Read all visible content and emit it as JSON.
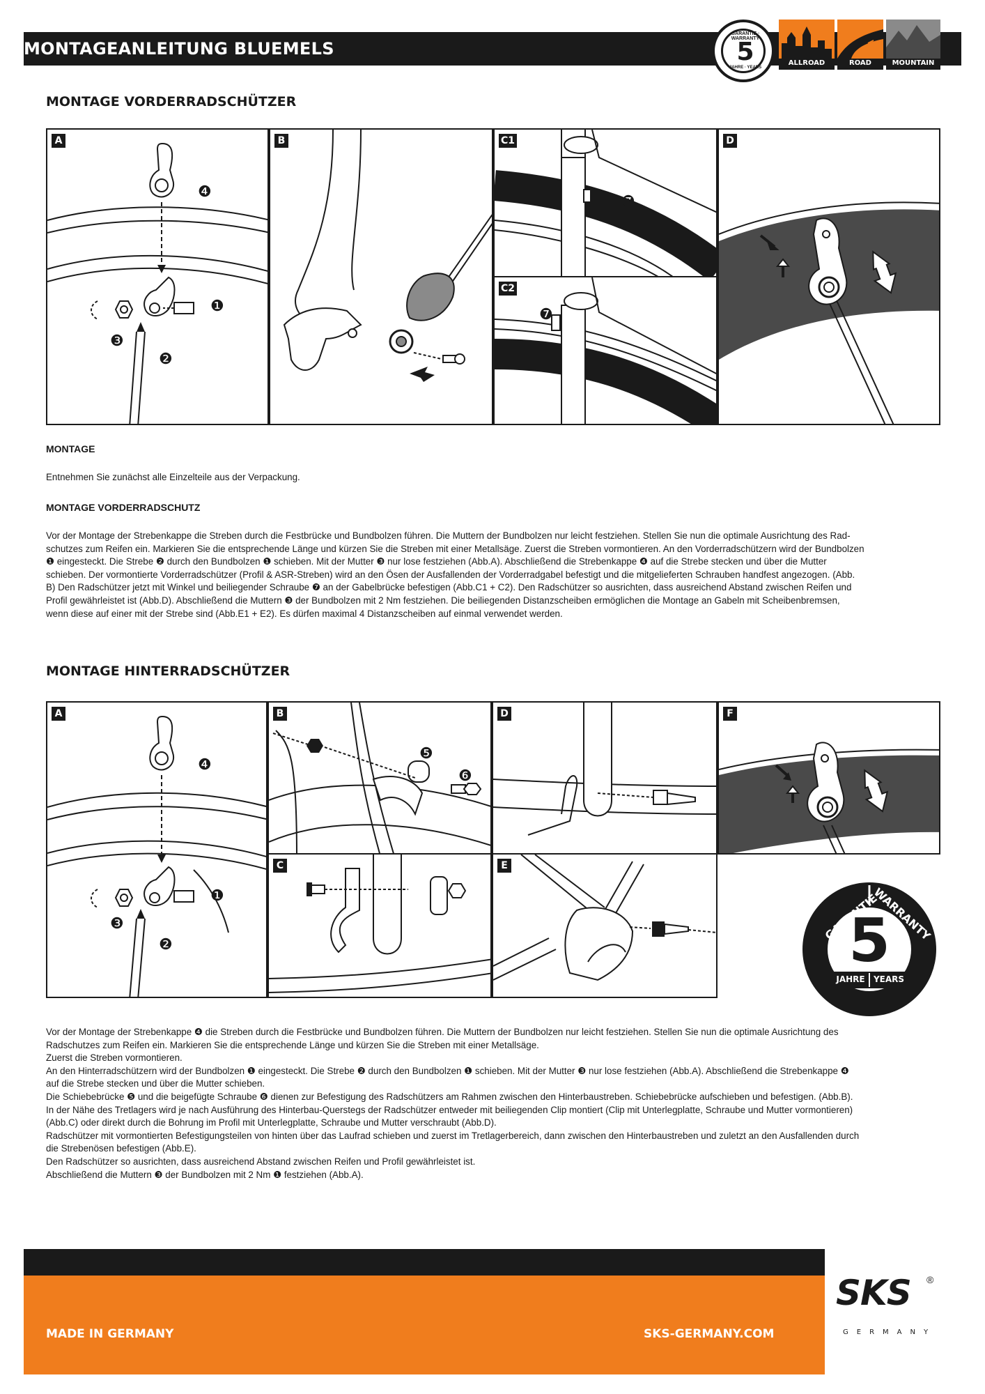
{
  "header": {
    "title": "MONTAGEANLEITUNG BLUEMELS",
    "badge": {
      "top": "GARANTIE · WARRANTY",
      "number": "5",
      "bottom": "JAHRE · YEARS"
    },
    "ride_tiles": [
      {
        "label": "ALLROAD",
        "color": "#f07d1d"
      },
      {
        "label": "ROAD",
        "color": "#f07d1d"
      },
      {
        "label": "MOUNTAIN",
        "color": "#8a8a8a"
      }
    ]
  },
  "front": {
    "heading": "MONTAGE VORDERRADSCHÜTZER",
    "panels": {
      "a": "A",
      "b": "B",
      "c1": "C1",
      "c2": "C2",
      "d": "D"
    },
    "callouts": {
      "n1": "❶",
      "n2": "❷",
      "n3": "❸",
      "n4": "❹",
      "n7": "❼"
    },
    "montage_heading": "MONTAGE",
    "montage_text": "Entnehmen Sie zunächst alle Einzelteile aus der Verpackung.",
    "vr_heading": "MONTAGE VORDERRADSCHUTZ",
    "vr_text": [
      "Vor der Montage der Strebenkappe die Streben durch die Festbrücke und Bundbolzen führen. Die Muttern der Bundbolzen nur leicht festziehen. Stellen Sie nun die optimale Ausrichtung des Rad-",
      "schutzes zum Reifen ein. Markieren Sie die entsprechende Länge und kürzen Sie die Streben mit einer Metallsäge. Zuerst die Streben vormontieren. An den Vorderradschützern wird der Bundbolzen",
      "❶ eingesteckt. Die Strebe ❷ durch den Bundbolzen ❶ schieben. Mit der Mutter ❸ nur lose festziehen (Abb.A). Abschließend die Strebenkappe ❹  auf die Strebe stecken und über die Mutter",
      "schieben. Der vormontierte Vorderradschützer (Profil & ASR-Streben) wird an den Ösen der Ausfallenden der Vorderradgabel befestigt und die mitgelieferten Schrauben handfest angezogen. (Abb.",
      "B) Den Radschützer jetzt mit Winkel und beiliegender Schraube ❼ an der Gabelbrücke befestigen (Abb.C1 + C2). Den Radschützer so ausrichten, dass ausreichend Abstand zwischen Reifen und",
      "Profil gewährleistet ist (Abb.D). Abschließend die Muttern ❸ der Bundbolzen mit 2 Nm festziehen. Die beiliegenden Distanzscheiben ermöglichen die Montage an Gabeln mit Scheibenbremsen,",
      "wenn diese auf einer mit der Strebe sind (Abb.E1 + E2). Es dürfen maximal 4 Distanzscheiben auf einmal verwendet werden."
    ]
  },
  "rear": {
    "heading": "MONTAGE HINTERRADSCHÜTZER",
    "panels": {
      "a": "A",
      "b": "B",
      "c": "C",
      "d": "D",
      "e": "E",
      "f": "F"
    },
    "callouts": {
      "n1": "❶",
      "n2": "❷",
      "n3": "❸",
      "n4": "❹",
      "n5": "❺",
      "n6": "❻"
    },
    "text": [
      "Vor der Montage der Strebenkappe ❹ die Streben durch die Festbrücke und Bundbolzen führen. Die Muttern der Bundbolzen nur leicht festziehen. Stellen Sie nun die optimale Ausrichtung des",
      "Radschutzes zum Reifen ein. Markieren Sie die entsprechende Länge und kürzen Sie die Streben mit einer Metallsäge.",
      "Zuerst die Streben vormontieren.",
      "An den Hinterradschützern wird der Bundbolzen ❶ eingesteckt. Die Strebe ❷ durch den Bundbolzen ❶ schieben. Mit der Mutter ❸ nur lose festziehen (Abb.A). Abschließend die Strebenkappe ❹",
      "auf die Strebe stecken und über die Mutter schieben.",
      "Die Schiebebrücke ❺ und die beigefügte Schraube ❻ dienen zur Befestigung des Radschützers am Rahmen zwischen den Hinterbaustreben. Schiebebrücke aufschieben und befestigen. (Abb.B).",
      "In der Nähe des Tretlagers wird je nach Ausführung des Hinterbau-Querstegs der Radschützer entweder mit beiliegenden Clip montiert (Clip mit Unterlegplatte, Schraube und Mutter vormontieren)",
      "(Abb.C) oder direkt durch die Bohrung im Profil mit Unterlegplatte, Schraube und Mutter verschraubt (Abb.D).",
      "Radschützer mit vormontierten Befestigungsteilen von hinten über das Laufrad schieben und zuerst im Tretlagerbereich, dann zwischen den Hinterbaustreben und zuletzt an den Ausfallenden durch",
      "die Strebenösen befestigen (Abb.E).",
      "Den Radschützer so ausrichten, dass ausreichend Abstand zwischen Reifen und Profil gewährleistet ist.",
      "Abschließend die Muttern ❸ der Bundbolzen mit 2 Nm ❶ festziehen (Abb.A)."
    ],
    "bigbadge": {
      "top_left": "GARANTIE",
      "top_right": "WARRANTY",
      "number": "5",
      "bottom_left": "JAHRE",
      "bottom_right": "YEARS"
    }
  },
  "footer": {
    "made": "MADE IN GERMANY",
    "url": "SKS-GERMANY.COM",
    "logo": "SKS",
    "logo_reg": "®",
    "logo_sub": "GERMANY"
  }
}
